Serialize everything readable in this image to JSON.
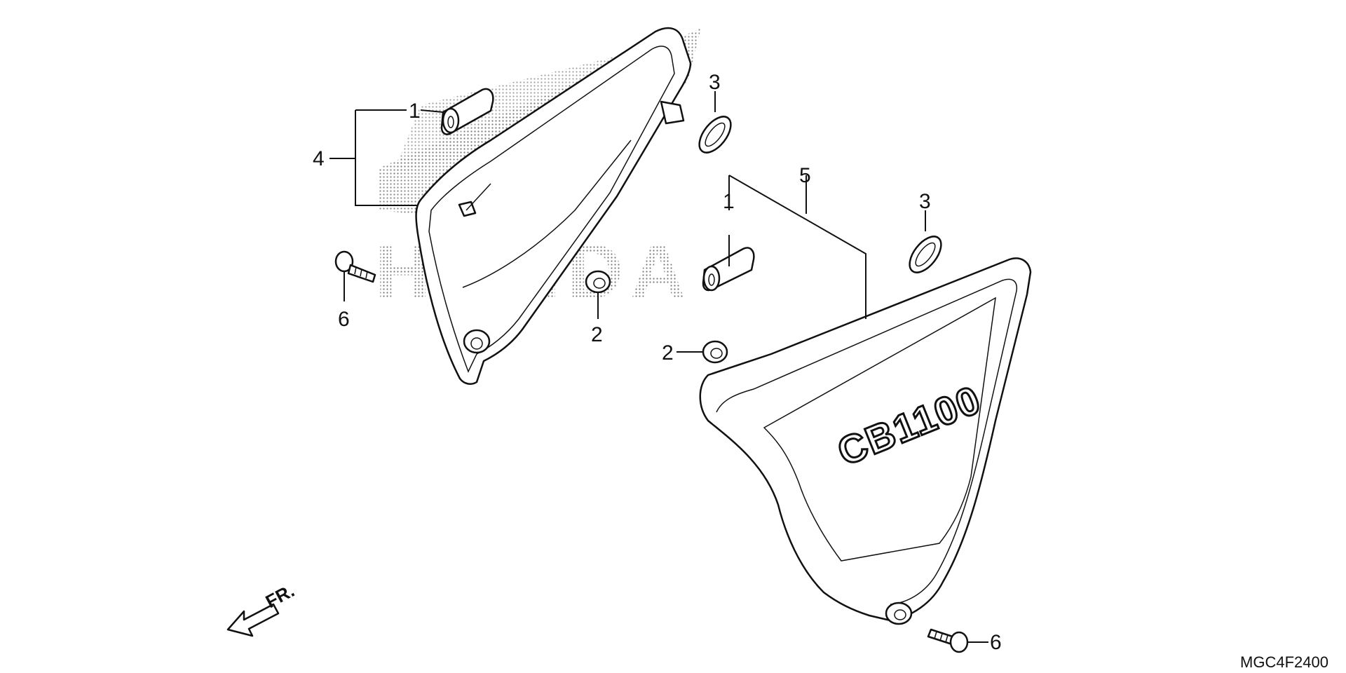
{
  "diagram": {
    "callouts": {
      "c1a": "1",
      "c4": "4",
      "c6a": "6",
      "c2a": "2",
      "c3a": "3",
      "c5": "5",
      "c1b": "1",
      "c3b": "3",
      "c2b": "2",
      "c6b": "6"
    },
    "part_code": "MGC4F2400",
    "front_label": "FR.",
    "emblem_text": "CB1100",
    "watermark_text": "HONDA"
  }
}
